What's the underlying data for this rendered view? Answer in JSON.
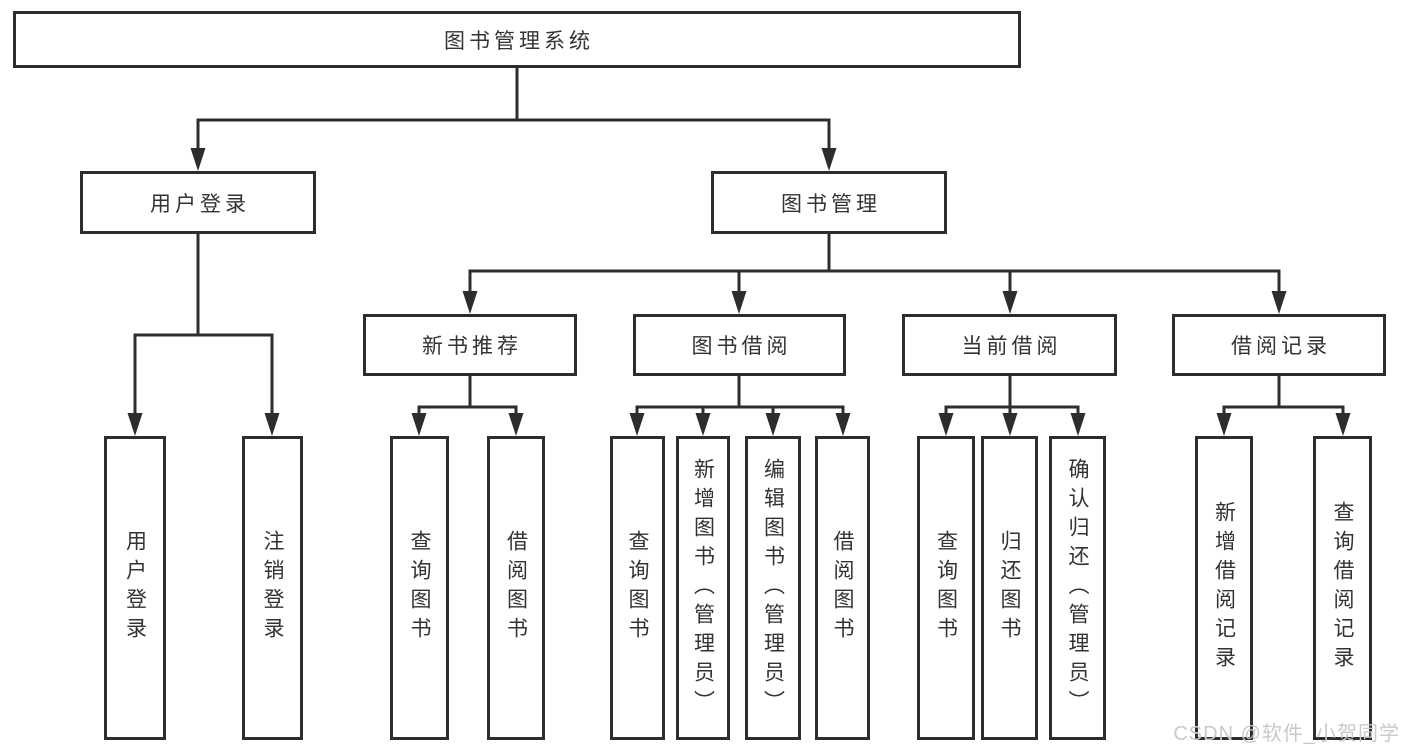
{
  "watermark": "CSDN @软件_小贺同学",
  "colors": {
    "line": "#2d2d2d",
    "box_border": "#2d2d2d",
    "text": "#333333",
    "background": "#ffffff",
    "watermark": "#c9c9c9"
  },
  "tree": {
    "root": {
      "label": "图书管理系统",
      "children": [
        {
          "label": "用户登录",
          "children": [
            {
              "label": "用户登录"
            },
            {
              "label": "注销登录"
            }
          ]
        },
        {
          "label": "图书管理",
          "children": [
            {
              "label": "新书推荐",
              "children": [
                {
                  "label": "查询图书"
                },
                {
                  "label": "借阅图书"
                }
              ]
            },
            {
              "label": "图书借阅",
              "children": [
                {
                  "label": "查询图书"
                },
                {
                  "label": "新增图书（管理员）"
                },
                {
                  "label": "编辑图书（管理员）"
                },
                {
                  "label": "借阅图书"
                }
              ]
            },
            {
              "label": "当前借阅",
              "children": [
                {
                  "label": "查询图书"
                },
                {
                  "label": "归还图书"
                },
                {
                  "label": "确认归还（管理员）"
                }
              ]
            },
            {
              "label": "借阅记录",
              "children": [
                {
                  "label": "新增借阅记录"
                },
                {
                  "label": "查询借阅记录"
                }
              ]
            }
          ]
        }
      ]
    }
  }
}
